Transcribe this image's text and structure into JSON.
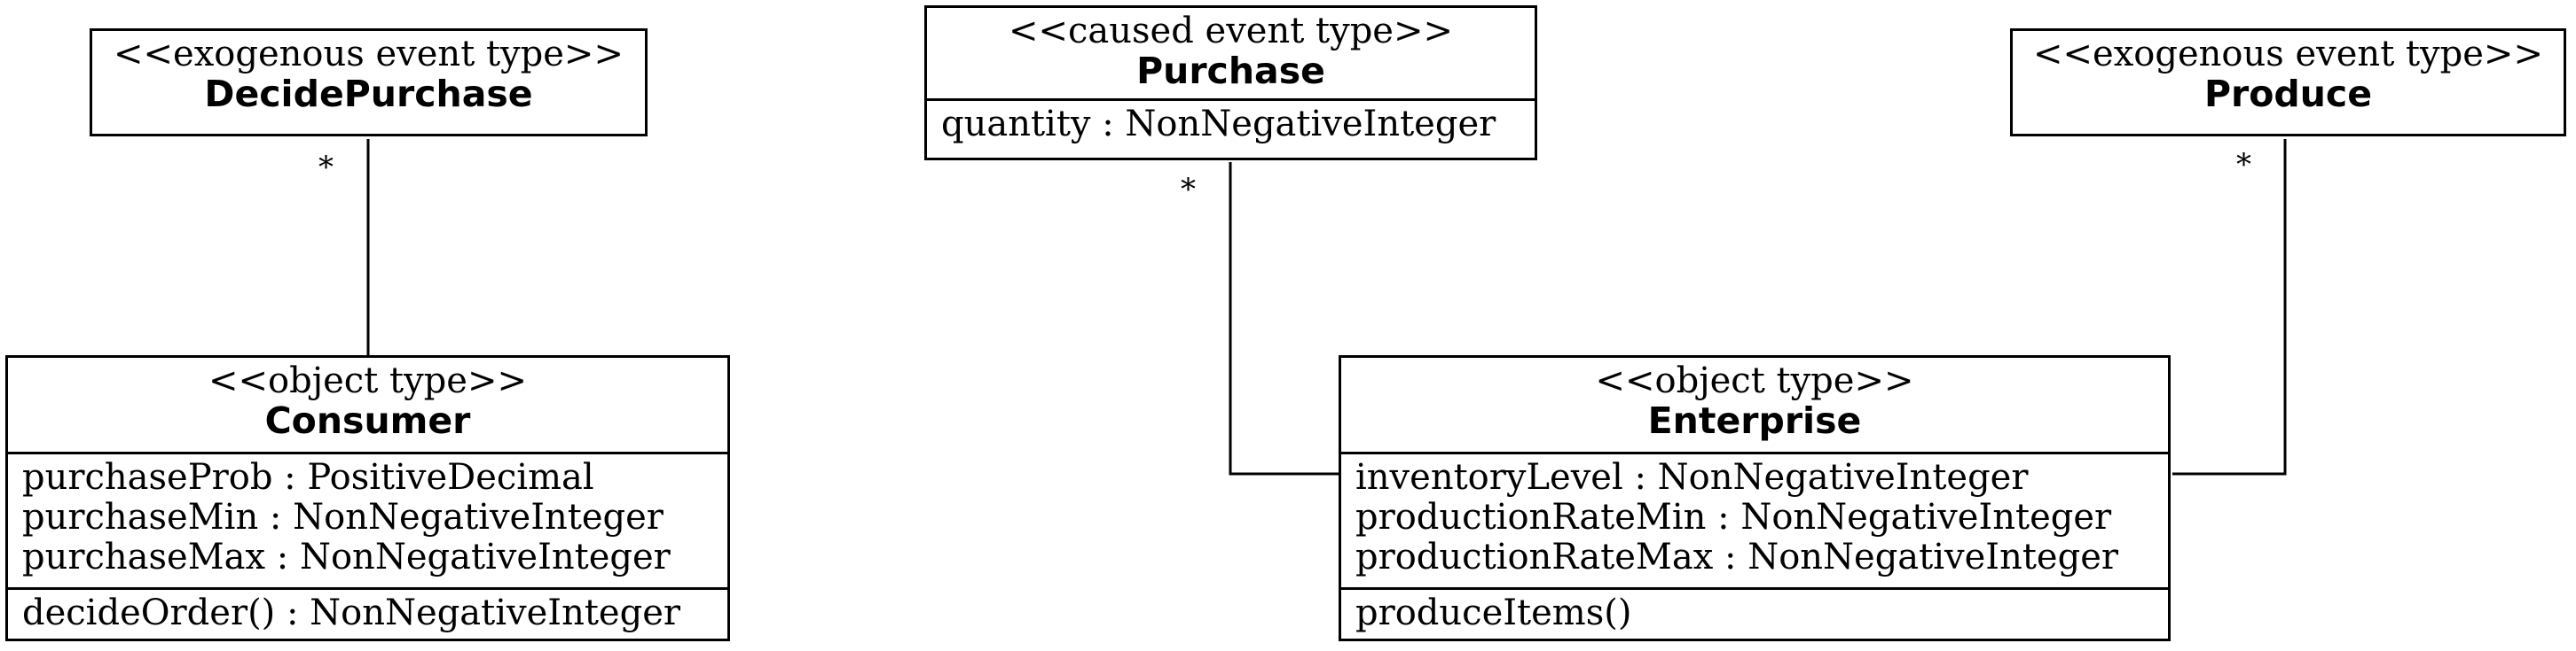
{
  "classes": {
    "decide_purchase": {
      "stereotype": "<<exogenous event type>>",
      "name": "DecidePurchase"
    },
    "purchase": {
      "stereotype": "<<caused event type>>",
      "name": "Purchase",
      "attributes": [
        "quantity : NonNegativeInteger"
      ]
    },
    "produce": {
      "stereotype": "<<exogenous event type>>",
      "name": "Produce"
    },
    "consumer": {
      "stereotype": "<<object type>>",
      "name": "Consumer",
      "attributes": [
        "purchaseProb : PositiveDecimal",
        "purchaseMin : NonNegativeInteger",
        "purchaseMax : NonNegativeInteger"
      ],
      "operations": [
        "decideOrder() : NonNegativeInteger"
      ]
    },
    "enterprise": {
      "stereotype": "<<object type>>",
      "name": "Enterprise",
      "attributes": [
        "inventoryLevel : NonNegativeInteger",
        "productionRateMin : NonNegativeInteger",
        "productionRateMax : NonNegativeInteger"
      ],
      "operations": [
        "produceItems()"
      ]
    }
  },
  "associations": {
    "decide_purchase_consumer": {
      "multiplicity": "*"
    },
    "purchase_enterprise": {
      "multiplicity": "*"
    },
    "produce_enterprise": {
      "multiplicity": "*"
    }
  }
}
